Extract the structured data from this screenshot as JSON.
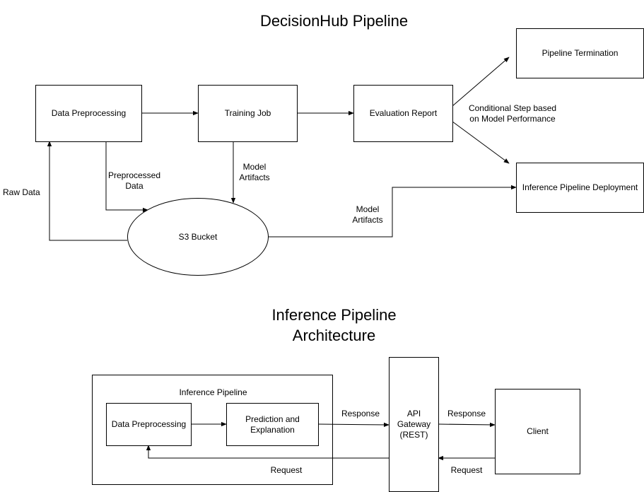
{
  "titles": {
    "pipeline": "DecisionHub Pipeline",
    "inference_line1": "Inference Pipeline",
    "inference_line2": "Architecture"
  },
  "nodes": {
    "data_preprocessing": "Data Preprocessing",
    "training_job": "Training Job",
    "evaluation_report": "Evaluation Report",
    "pipeline_termination": "Pipeline Termination",
    "inference_deployment": "Inference Pipeline Deployment",
    "s3_bucket": "S3 Bucket",
    "inference_pipeline": "Inference Pipeline",
    "ip_data_preprocessing": "Data Preprocessing",
    "prediction_line1": "Prediction and",
    "prediction_line2": "Explanation",
    "api_line1": "API",
    "api_line2": "Gateway",
    "api_line3": "(REST)",
    "client": "Client"
  },
  "edge_labels": {
    "raw_data": "Raw Data",
    "preprocessed_line1": "Preprocessed",
    "preprocessed_line2": "Data",
    "model_artifacts_1_line1": "Model",
    "model_artifacts_1_line2": "Artifacts",
    "model_artifacts_2_line1": "Model",
    "model_artifacts_2_line2": "Artifacts",
    "conditional_line1": "Conditional Step based",
    "conditional_line2": "on Model Performance",
    "response_1": "Response",
    "response_2": "Response",
    "request_1": "Request",
    "request_2": "Request"
  }
}
